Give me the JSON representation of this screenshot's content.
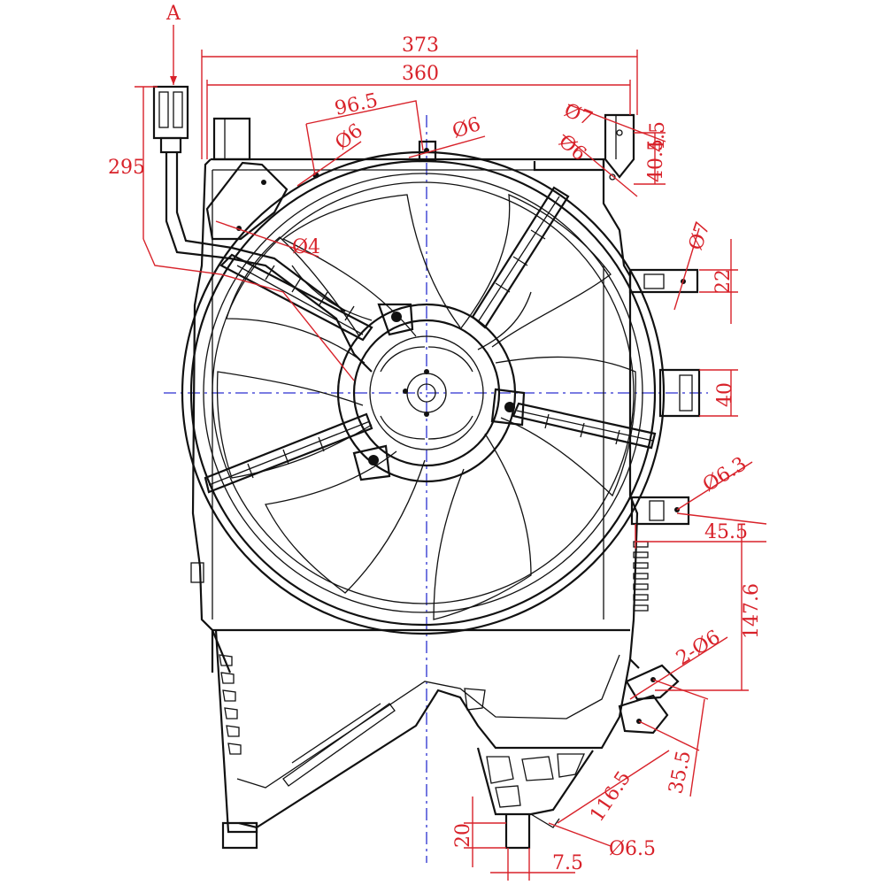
{
  "drawing": {
    "view_label": "A",
    "dimensions": {
      "overall_width": "373",
      "frame_width": "360",
      "connector_height": "295",
      "hole_offset": "96.5",
      "hole_d6_left": "Ø6",
      "hole_d6_top": "Ø6",
      "hole_d7_top": "Ø7",
      "hole_d6_right": "Ø6",
      "dim_40_5": "40.5",
      "dim_4_5": "4.5",
      "hole_d4": "Ø4",
      "hole_d7_right": "Ø7",
      "dim_22": "22",
      "dim_40": "40",
      "hole_d6_3": "Ø6.3",
      "dim_45_5": "45.5",
      "dim_147_6": "147.6",
      "holes_2x_d6": "2-Ø6",
      "dim_35_5": "35.5",
      "dim_116_5": "116.5",
      "dim_20": "20",
      "dim_7_5": "7.5",
      "hole_d6_5": "Ø6.5"
    },
    "colors": {
      "outline": "#111111",
      "dimension": "#d8222a",
      "centerline": "#2a2fd0"
    },
    "fan": {
      "blade_count": 9,
      "spoke_count": 3,
      "mount_bolt_count": 3
    }
  }
}
